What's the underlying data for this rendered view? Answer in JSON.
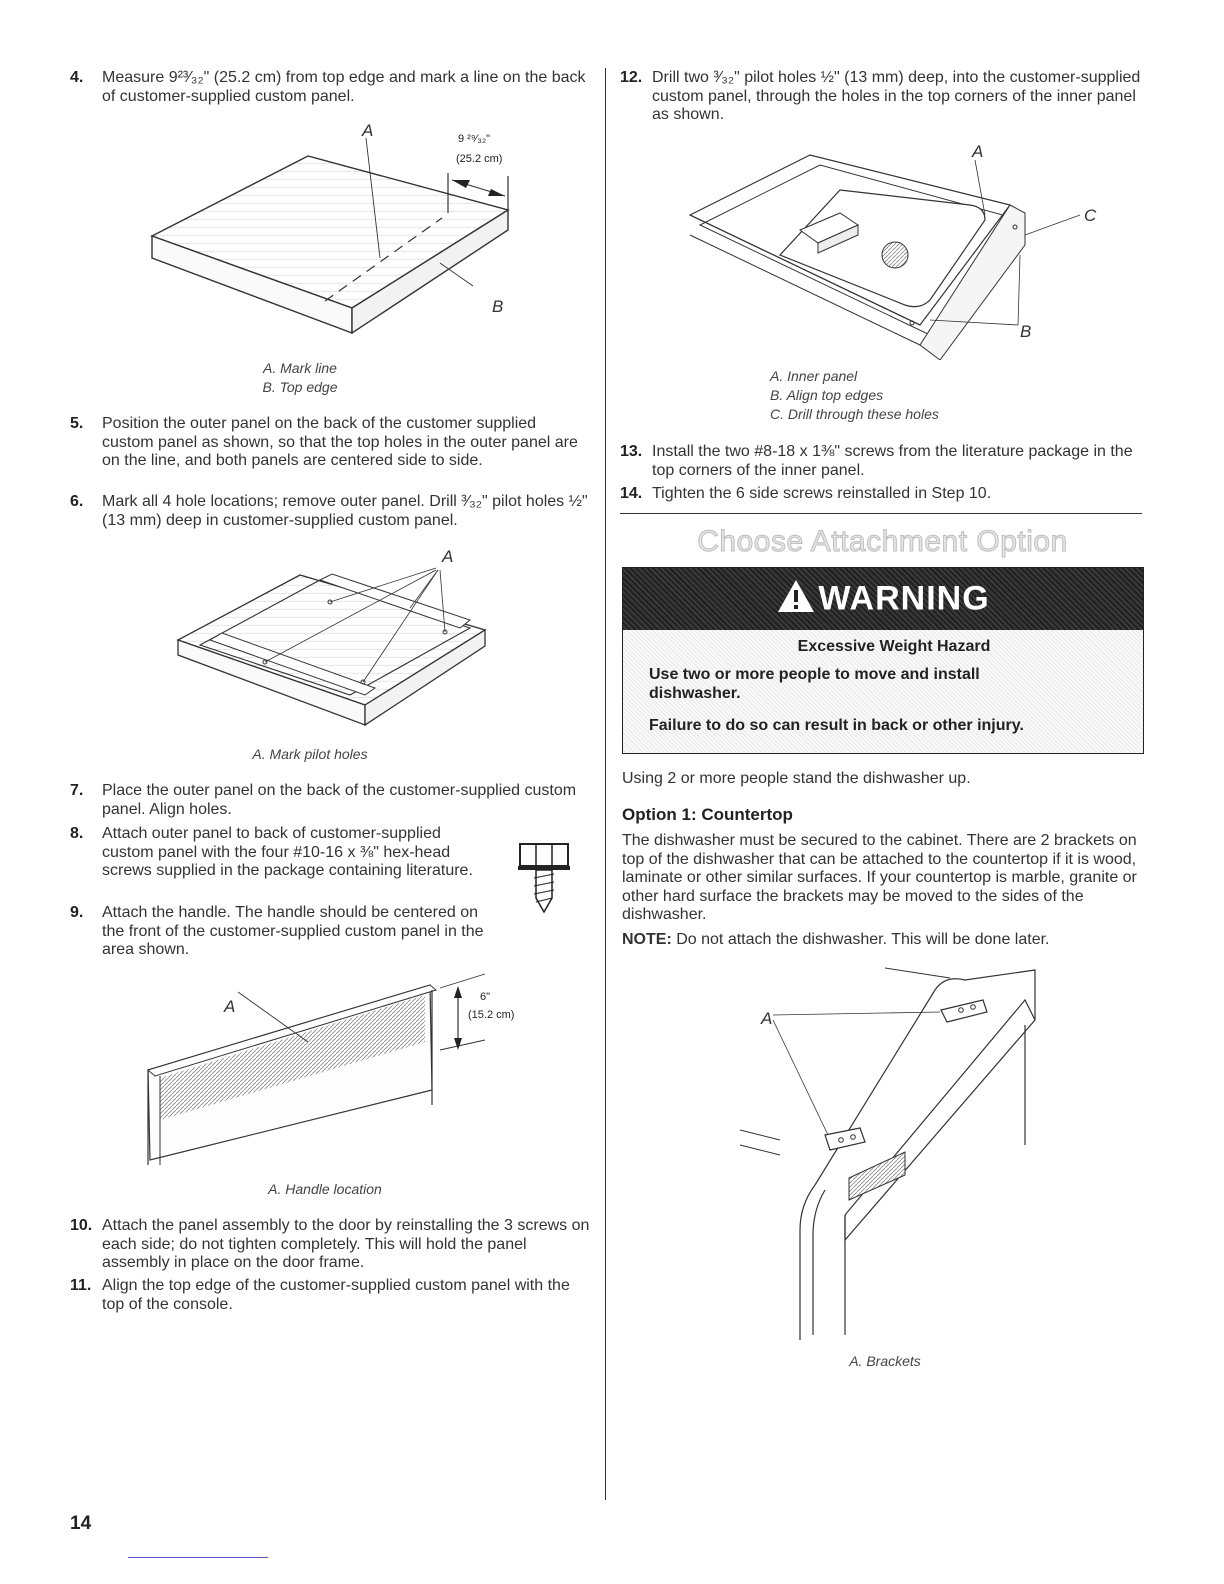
{
  "steps_left": [
    {
      "num": "4.",
      "text": "Measure 9²³⁄₃₂\" (25.2 cm) from top edge and mark a line on the back of customer-supplied custom panel."
    },
    {
      "num": "5.",
      "text": "Position the outer panel on the back of the customer supplied custom panel as shown, so that the top holes in the outer panel are on the line, and both panels are centered side to side."
    },
    {
      "num": "6.",
      "text": "Mark all 4 hole locations; remove outer panel. Drill ³⁄₃₂\" pilot holes ½\" (13 mm) deep in customer-supplied custom panel."
    },
    {
      "num": "7.",
      "text": "Place the outer panel on the back of the customer-supplied custom panel. Align holes."
    },
    {
      "num": "8.",
      "text": "Attach outer panel to back of customer-supplied custom panel with the four #10-16 x ⅜\" hex-head screws supplied in the package containing literature."
    },
    {
      "num": "9.",
      "text": "Attach the handle. The handle should be centered on the front of the customer-supplied custom panel in the area shown."
    },
    {
      "num": "10.",
      "text": "Attach the panel assembly to the door by reinstalling the 3 screws on each side; do not tighten completely. This will hold the panel assembly in place on the door frame."
    },
    {
      "num": "11.",
      "text": "Align the top edge of the customer-supplied custom panel with the top of the console."
    }
  ],
  "steps_right": [
    {
      "num": "12.",
      "text": "Drill two ³⁄₃₂\" pilot holes ½\" (13 mm) deep, into the customer-supplied custom panel, through the holes in the top corners of the inner panel as shown."
    },
    {
      "num": "13.",
      "text": "Install the two #8-18 x 1⅜\" screws from the literature package in the top corners of the inner panel."
    },
    {
      "num": "14.",
      "text": "Tighten the 6 side screws reinstalled in Step 10."
    }
  ],
  "fig1": {
    "callout_a": "A",
    "callout_b": "B",
    "dim_line1": "9 ²⁹⁄₃₂\"",
    "dim_line2": "(25.2 cm)",
    "caption_a": "A. Mark line",
    "caption_b": "B. Top edge"
  },
  "fig2": {
    "callout_a": "A",
    "caption_a": "A. Mark pilot holes"
  },
  "fig3": {
    "callout_a": "A",
    "dim_line1": "6\"",
    "dim_line2": "(15.2 cm)",
    "caption_a": "A. Handle location"
  },
  "fig4": {
    "callout_a": "A",
    "callout_b": "B",
    "callout_c": "C",
    "caption_a": "A. Inner panel",
    "caption_b": "B. Align top edges",
    "caption_c": "C. Drill through these holes"
  },
  "fig5": {
    "callout_a": "A",
    "caption_a": "A. Brackets"
  },
  "section_title": "Choose Attachment Option",
  "warning": {
    "header": "WARNING",
    "hazard": "Excessive Weight Hazard",
    "line1": "Use two or more people to move and install dishwasher.",
    "line2": "Failure to do so can result in back or other injury."
  },
  "using_text": "Using 2 or more people stand the dishwasher up.",
  "option1": {
    "title": "Option 1: Countertop",
    "body": "The dishwasher must be secured to the cabinet. There are 2 brackets on top of the dishwasher that can be attached to the countertop if it is wood, laminate or other similar surfaces. If your countertop is marble, granite or other hard surface the brackets may be moved to the sides of the dishwasher.",
    "note_label": "NOTE:",
    "note_text": " Do not attach the dishwasher. This will be done later."
  },
  "page_number": "14"
}
